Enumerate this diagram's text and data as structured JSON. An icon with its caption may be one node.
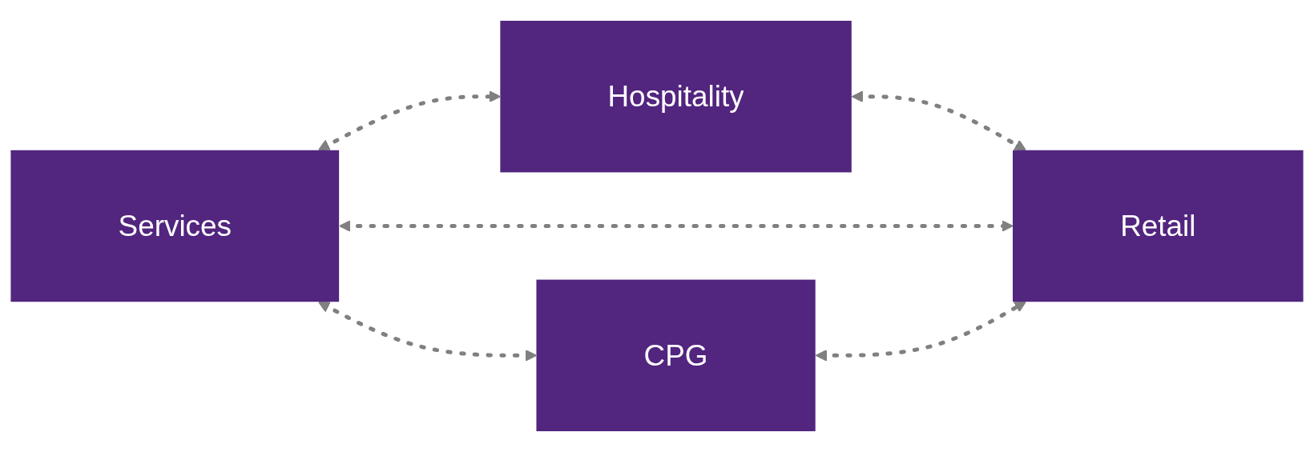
{
  "diagram": {
    "nodes": [
      {
        "text": [
          "Hospitality"
        ]
      },
      {
        "text": [
          "Services"
        ]
      },
      {
        "text": [
          "Retail"
        ]
      },
      {
        "text": [
          "CPG"
        ]
      }
    ],
    "edges": [
      {
        "from": 1,
        "to": 0,
        "arrow": "both",
        "style": "dashed"
      },
      {
        "from": 0,
        "to": 2,
        "arrow": "both",
        "style": "dashed"
      },
      {
        "from": 1,
        "to": 2,
        "arrow": "both",
        "style": "dashed"
      },
      {
        "from": 1,
        "to": 3,
        "arrow": "both",
        "style": "dashed"
      },
      {
        "from": 3,
        "to": 2,
        "arrow": "both",
        "style": "dashed"
      }
    ]
  }
}
